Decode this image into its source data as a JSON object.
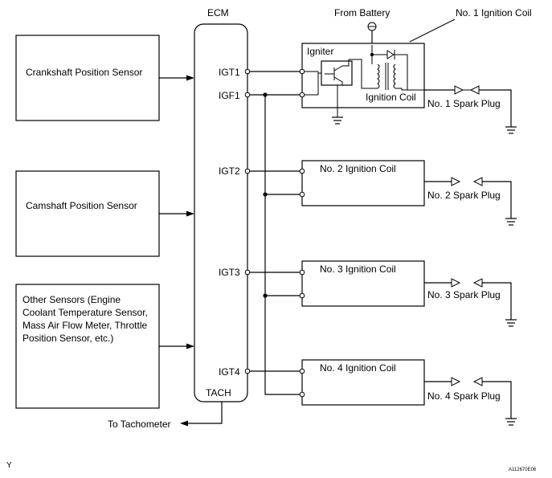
{
  "ecm": {
    "label": "ECM",
    "pins": {
      "igt1": "IGT1",
      "igf1": "IGF1",
      "igt2": "IGT2",
      "igt3": "IGT3",
      "igt4": "IGT4",
      "tach": "TACH"
    }
  },
  "sensors": {
    "crankshaft": "Crankshaft Position Sensor",
    "camshaft": "Camshaft Position Sensor",
    "other_lines": [
      "Other Sensors (Engine",
      "Coolant Temperature Sensor,",
      "Mass Air Flow Meter, Throttle",
      "Position Sensor, etc.)"
    ]
  },
  "battery": "From Battery",
  "coil1": {
    "title": "No. 1 Ignition Coil",
    "igniter": "Igniter",
    "coil": "Ignition Coil",
    "plug": "No. 1 Spark Plug"
  },
  "coil2": {
    "title": "No. 2 Ignition Coil",
    "plug": "No. 2 Spark Plug"
  },
  "coil3": {
    "title": "No. 3 Ignition Coil",
    "plug": "No. 3 Spark Plug"
  },
  "coil4": {
    "title": "No. 4 Ignition Coil",
    "plug": "No. 4 Spark Plug"
  },
  "tachometer": "To Tachometer",
  "footer": {
    "left_mark": "Y",
    "figure_id": "A112670E06"
  }
}
